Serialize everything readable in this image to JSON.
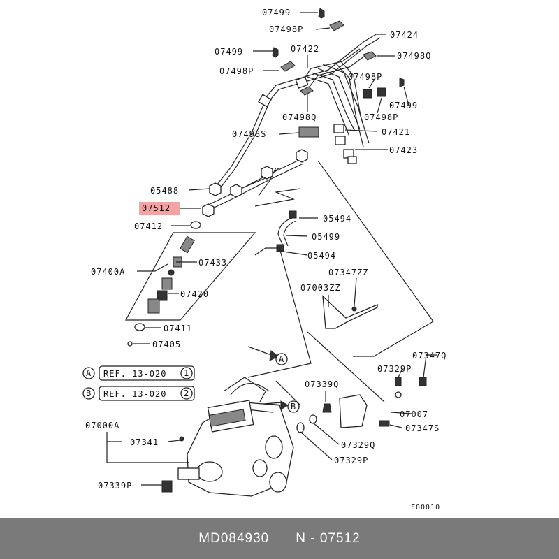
{
  "highlight_color": "#f3a3a3",
  "footer_bg": "#7a7a7a",
  "labels": {
    "l07499a": "07499",
    "l07498Pa": "07498P",
    "l07424": "07424",
    "l07499b": "07499",
    "l07422": "07422",
    "l07498Q": "07498Q",
    "l07498Pb": "07498P",
    "l07498Pc": "07498P",
    "l07499c": "07499",
    "l07498Qb": "07498Q",
    "l07498Pd": "07498P",
    "l07498S": "07498S",
    "l07421": "07421",
    "l07423": "07423",
    "l05488": "05488",
    "l07512": "07512",
    "l05494a": "05494",
    "l07412": "07412",
    "l05499": "05499",
    "l05494b": "05494",
    "l07433": "07433",
    "l07400A": "07400A",
    "l07347ZZ": "07347ZZ",
    "l07003ZZ": "07003ZZ",
    "l07420": "07420",
    "l07411": "07411",
    "l07405": "07405",
    "l07347Q": "07347Q",
    "l07329P": "07329P",
    "l07339Q": "07339Q",
    "l07007": "07007",
    "l07347S": "07347S",
    "l07000A": "07000A",
    "l07341": "07341",
    "l07329Q": "07329Q",
    "l07329Pb": "07329P",
    "l07339P": "07339P",
    "fig_code": "F00010"
  },
  "refs": {
    "a_letter": "A",
    "a_text": "REF. 13-020",
    "a_num": "1",
    "b_letter": "B",
    "b_text": "REF. 13-020",
    "b_num": "2",
    "arrow_a": "A",
    "arrow_b": "B"
  },
  "footer": {
    "part_number": "MD084930",
    "callout": "N - 07512"
  }
}
